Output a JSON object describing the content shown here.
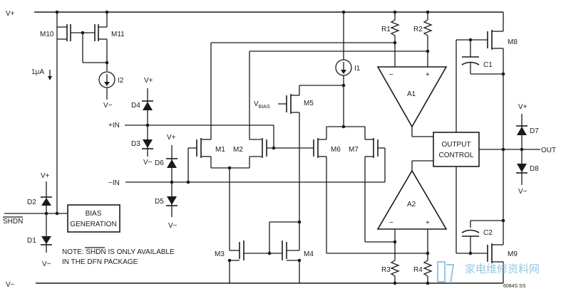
{
  "rails": {
    "vplus": "V+",
    "vminus": "V−"
  },
  "transistors": {
    "m1": "M1",
    "m2": "M2",
    "m3": "M3",
    "m4": "M4",
    "m5": "M5",
    "m6": "M6",
    "m7": "M7",
    "m8": "M8",
    "m9": "M9",
    "m10": "M10",
    "m11": "M11"
  },
  "resistors": {
    "r1": "R1",
    "r2": "R2",
    "r3": "R3",
    "r4": "R4"
  },
  "capacitors": {
    "c1": "C1",
    "c2": "C2"
  },
  "diodes": {
    "d1": "D1",
    "d2": "D2",
    "d3": "D3",
    "d4": "D4",
    "d5": "D5",
    "d6": "D6",
    "d7": "D7",
    "d8": "D8"
  },
  "sources": {
    "i1": "I1",
    "i2": "I2",
    "current_1ua": "1μA"
  },
  "amplifiers": {
    "a1": "A1",
    "a2": "A2",
    "minus": "−",
    "plus": "+"
  },
  "pins": {
    "plus_in": "+IN",
    "minus_in": "−IN",
    "shdn": "SHDN",
    "out": "OUT"
  },
  "vbias": {
    "main": "V",
    "sub": "BIAS"
  },
  "blocks": {
    "bias_line1": "BIAS",
    "bias_line2": "GENERATION",
    "output_line1": "OUTPUT",
    "output_line2": "CONTROL"
  },
  "note": {
    "line1_prefix": "NOTE: ",
    "line1_shdn": "SHDN",
    "line1_suffix": " IS ONLY AVAILABLE",
    "line2": "IN THE DFN PACKAGE"
  },
  "figure_code": "6084S SS",
  "watermark": "家电维修资料网"
}
